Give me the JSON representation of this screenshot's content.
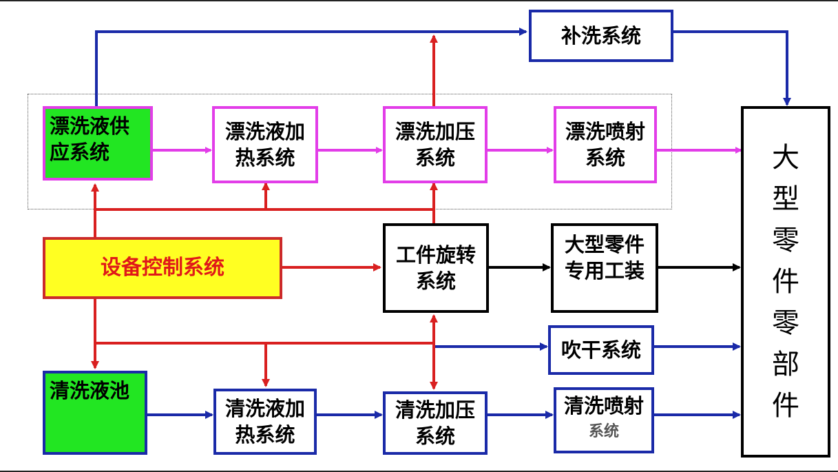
{
  "nodes": {
    "rinse_supply": {
      "line1": "漂洗液供",
      "line2": "应系统"
    },
    "rinse_heat": {
      "line1": "漂洗液加",
      "line2": "热系统"
    },
    "rinse_pressure": {
      "line1": "漂洗加压",
      "line2": "系统"
    },
    "rinse_spray": {
      "line1": "漂洗喷射",
      "line2": "系统"
    },
    "supplement_wash": {
      "line1": "补洗系统"
    },
    "control": {
      "line1": "设备控制系统"
    },
    "rotation": {
      "line1": "工件旋转",
      "line2": "系统"
    },
    "fixture": {
      "line1": "大型零件",
      "line2": "专用工装"
    },
    "blow_dry": {
      "line1": "吹干系统"
    },
    "clean_pool": {
      "line1": "清洗液池"
    },
    "clean_heat": {
      "line1": "清洗液加",
      "line2": "热系统"
    },
    "clean_pressure": {
      "line1": "清洗加压",
      "line2": "系统"
    },
    "clean_spray": {
      "line1": "清洗喷射",
      "line2": "系统"
    },
    "large_parts": {
      "chars": [
        "大",
        "型",
        "零",
        "件",
        "零",
        "部",
        "件"
      ]
    }
  },
  "colors": {
    "pink": "#e23de8",
    "red": "#d92020",
    "blue": "#1a2aa8",
    "black": "#000000",
    "green": "#22e622",
    "yellow": "#ffff22"
  }
}
